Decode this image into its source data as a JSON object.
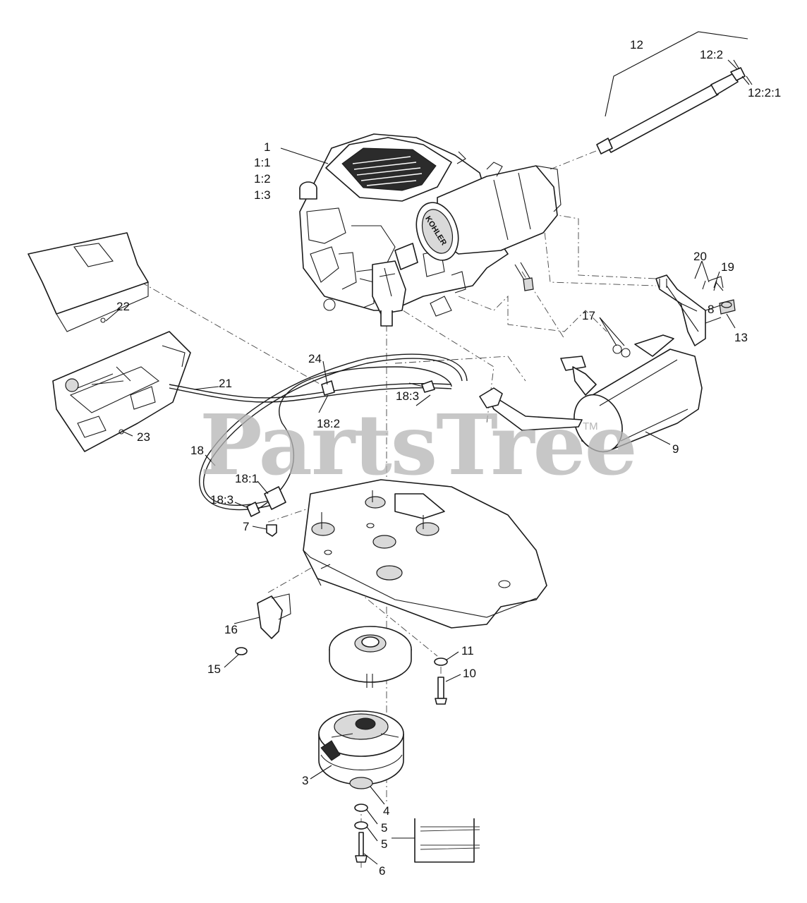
{
  "watermark": {
    "text": "PartsTree",
    "mark": "TM"
  },
  "engine_badge": "KOHLER",
  "callouts": {
    "c1": "1",
    "c1_1": "1:1",
    "c1_2": "1:2",
    "c1_3": "1:3",
    "c3": "3",
    "c4": "4",
    "c5a": "5",
    "c5b": "5",
    "c6": "6",
    "c7": "7",
    "c8": "8",
    "c9": "9",
    "c10": "10",
    "c11": "11",
    "c12": "12",
    "c12_2": "12:2",
    "c12_2_1": "12:2:1",
    "c13": "13",
    "c15": "15",
    "c16": "16",
    "c17": "17",
    "c18": "18",
    "c18_1": "18:1",
    "c18_2": "18:2",
    "c18_3a": "18:3",
    "c18_3b": "18:3",
    "c19": "19",
    "c20": "20",
    "c21": "21",
    "c22": "22",
    "c23": "23",
    "c24": "24"
  }
}
